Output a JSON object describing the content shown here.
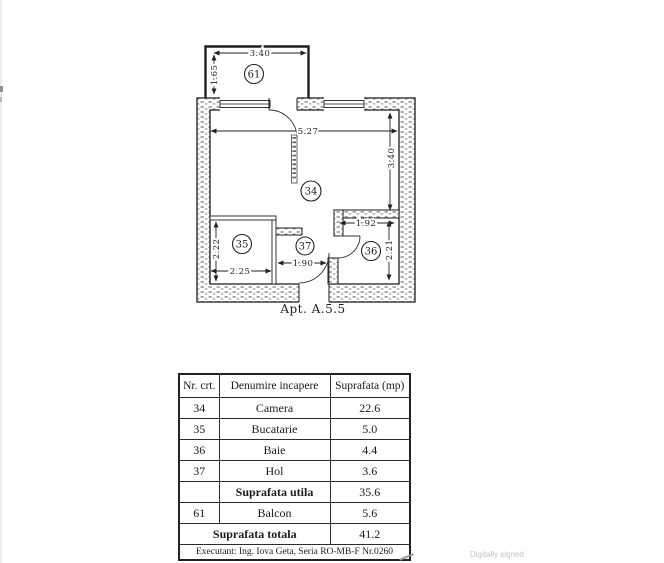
{
  "floorplan": {
    "apt_label": "Apt. A.5.5",
    "rooms": {
      "balcony": "61",
      "camera": "34",
      "kitchen": "35",
      "hall": "37",
      "bath": "36"
    },
    "dims": {
      "balcony_w": "3.40",
      "balcony_h": "1.65",
      "camera_w": "5.27",
      "camera_h": "3.40",
      "kitchen_h": "2.22",
      "kitchen_w": "2.25",
      "hall_w": "1.90",
      "bath_w": "1.92",
      "bath_h": "2.21"
    }
  },
  "table": {
    "headers": [
      "Nr. crt.",
      "Denumire incapere",
      "Suprafata (mp)"
    ],
    "rows": [
      {
        "nr": "34",
        "name": "Camera",
        "area": "22.6"
      },
      {
        "nr": "35",
        "name": "Bucatarie",
        "area": "5.0"
      },
      {
        "nr": "36",
        "name": "Baie",
        "area": "4.4"
      },
      {
        "nr": "37",
        "name": "Hol",
        "area": "3.6"
      },
      {
        "nr": "",
        "name": "Suprafata utila",
        "area": "35.6"
      },
      {
        "nr": "61",
        "name": "Balcon",
        "area": "5.6"
      },
      {
        "nr": "",
        "name": "Suprafata totala",
        "area": "41.2"
      }
    ],
    "footer": "Executant: Ing. Iova Geta, Seria RO-MB-F Nr.0260"
  },
  "signature": {
    "digitally_signed": "Digitally signed"
  }
}
